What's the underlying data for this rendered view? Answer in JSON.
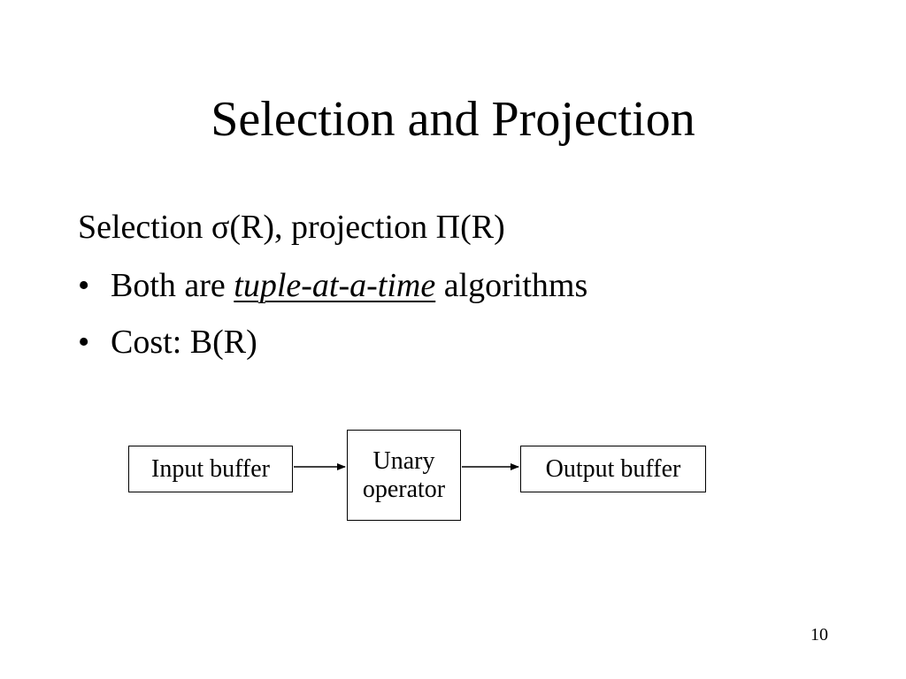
{
  "slide": {
    "title": "Selection and Projection",
    "intro": {
      "selection_word": "Selection ",
      "sigma_symbol": "σ",
      "sigma_arg": "(R), projection ",
      "pi_symbol": "Π",
      "pi_arg": "(R)"
    },
    "bullets": [
      {
        "marker": "•",
        "prefix": "Both are ",
        "emphasis": "tuple-at-a-time",
        "suffix": " algorithms"
      },
      {
        "marker": "•",
        "text": "Cost: B(R)"
      }
    ],
    "diagram": {
      "input_box": "Input buffer",
      "operator_box_line1": "Unary",
      "operator_box_line2": "operator",
      "output_box": "Output buffer"
    },
    "page_number": "10"
  }
}
